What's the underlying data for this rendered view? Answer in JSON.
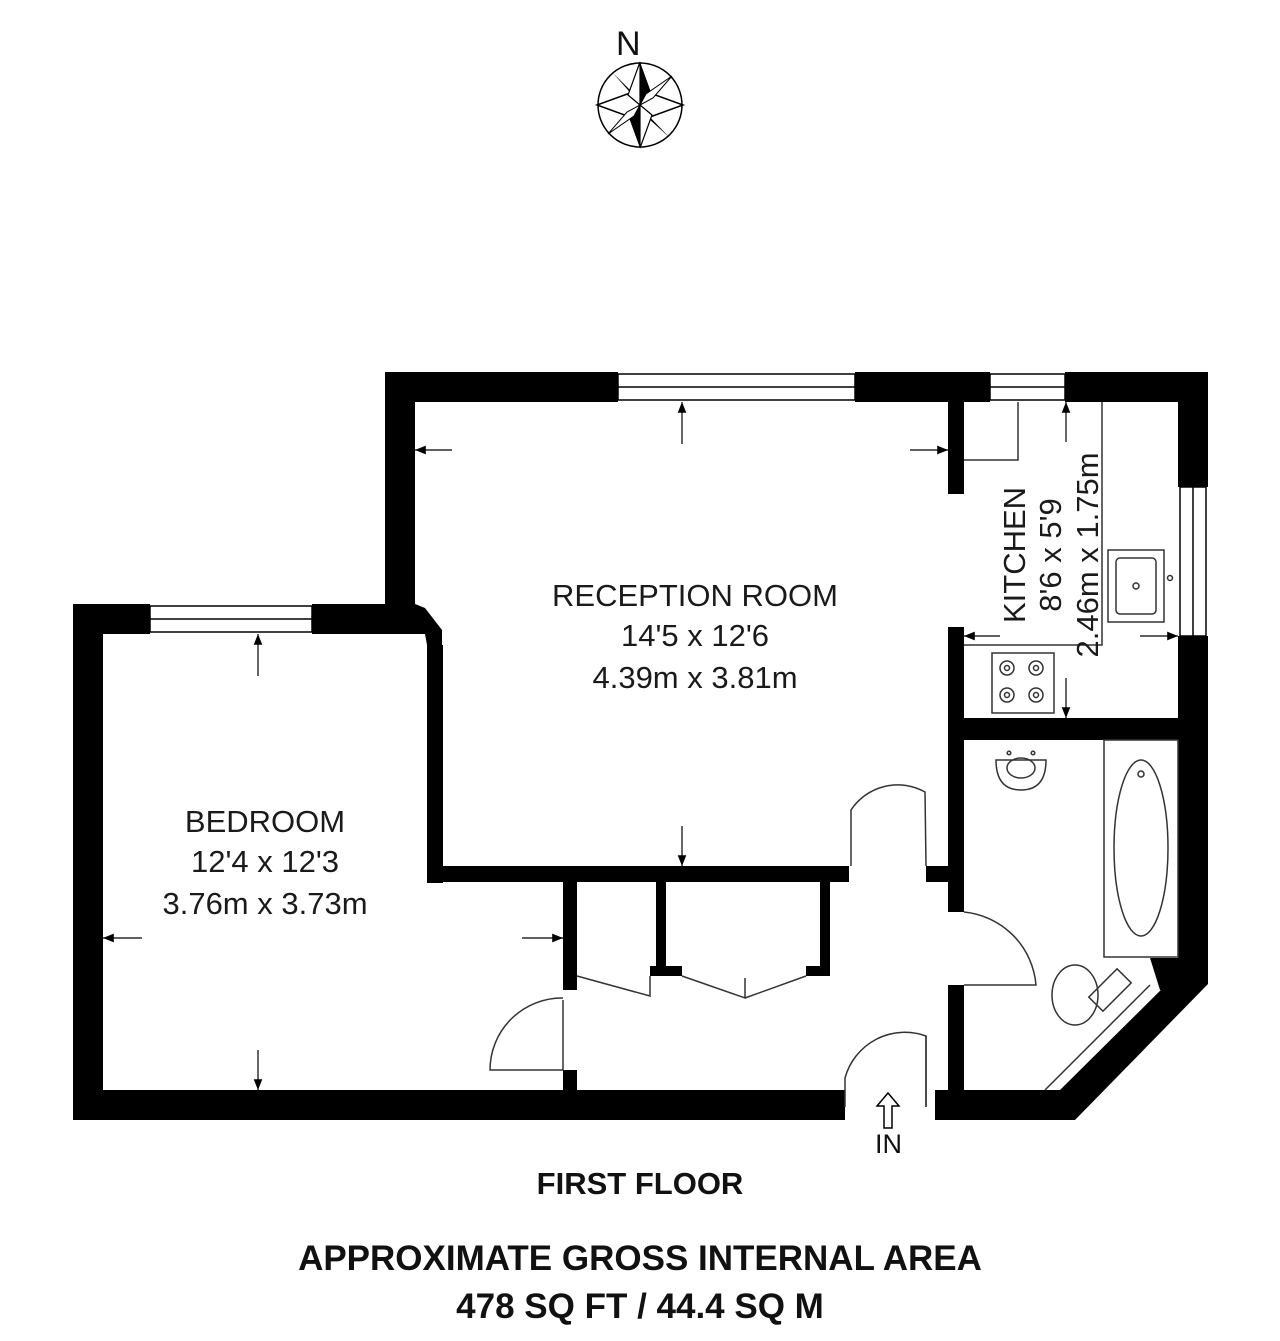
{
  "compass": {
    "label": "N",
    "icon": "compass-rose-icon"
  },
  "rooms": {
    "reception": {
      "name": "RECEPTION ROOM",
      "imperial": "14'5 x 12'6",
      "metric": "4.39m x 3.81m"
    },
    "bedroom": {
      "name": "BEDROOM",
      "imperial": "12'4 x 12'3",
      "metric": "3.76m x 3.73m"
    },
    "kitchen": {
      "name": "KITCHEN",
      "imperial": "8'6 x 5'9",
      "metric": "2.46m x 1.75m"
    }
  },
  "entrance": {
    "label": "IN",
    "icon": "entrance-arrow-icon"
  },
  "floor_label": "FIRST FLOOR",
  "area": {
    "heading": "APPROXIMATE GROSS INTERNAL AREA",
    "value": "478 SQ FT / 44.4 SQ M"
  },
  "colors": {
    "wall": "#000000",
    "background": "#ffffff",
    "line": "#444444"
  }
}
